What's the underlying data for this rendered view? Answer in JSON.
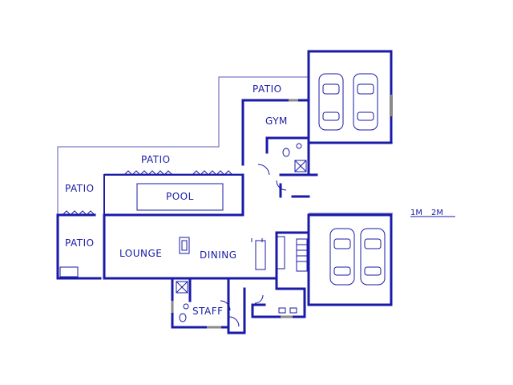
{
  "rooms": {
    "patio_top": "PATIO",
    "gym": "GYM",
    "patio_mid": "PATIO",
    "patio_left": "PATIO",
    "pool": "POOL",
    "patio_lower": "PATIO",
    "lounge": "LOUNGE",
    "dining": "DINING",
    "staff": "STAFF"
  },
  "scale": {
    "one": "1M",
    "two": "2M"
  },
  "colors": {
    "wall": "#1a1aa8",
    "outline": "#5a5ab8",
    "fixture_grey": "#8a8a8a"
  }
}
